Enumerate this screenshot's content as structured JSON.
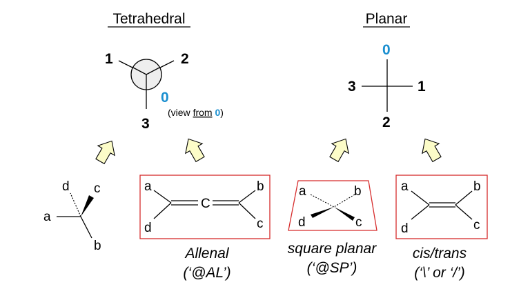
{
  "headings": {
    "left": "Tetrahedral",
    "right": "Planar"
  },
  "tetrahedral": {
    "n1": "1",
    "n2": "2",
    "n3": "3",
    "n0": "0",
    "view_pre": "(view ",
    "view_from": "from",
    "view_zero": "0",
    "view_post": ")"
  },
  "planar": {
    "n0": "0",
    "n1": "1",
    "n2": "2",
    "n3": "3"
  },
  "center_atom": "C",
  "atoms": {
    "a": "a",
    "b": "b",
    "c": "c",
    "d": "d"
  },
  "captions": {
    "allenal_1": "Allenal",
    "allenal_2": "(‘@AL’)",
    "sp_1": "square planar",
    "sp_2": "(‘@SP’)",
    "ct_1": "cis/trans",
    "ct_2": "(‘\\’ or ‘/’)"
  },
  "colors": {
    "accent_blue": "#1a8fd0",
    "box_red": "#d62b2b",
    "arrow_fill": "#fcfcc8",
    "circle_fill": "#eeeeee"
  }
}
